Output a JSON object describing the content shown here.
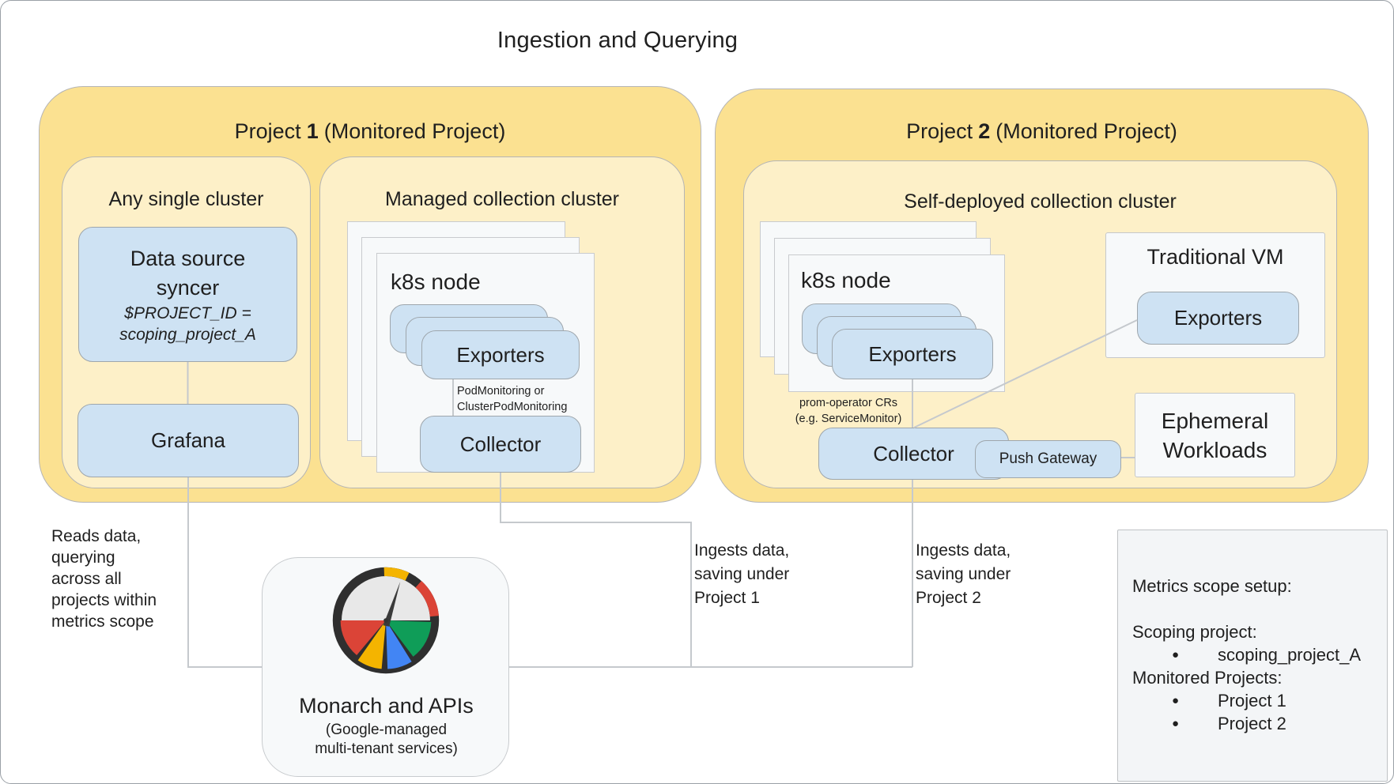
{
  "title": "Ingestion and Querying",
  "project1": {
    "header": {
      "prefix": "Project",
      "number": "1",
      "suffix": "(Monitored Project)"
    },
    "any_cluster": {
      "label": "Any single cluster",
      "syncer": {
        "line1": "Data source",
        "line2": "syncer",
        "sub": "$PROJECT_ID =\nscoping_project_A"
      },
      "grafana": "Grafana"
    },
    "managed_cluster": {
      "label": "Managed collection cluster",
      "node": "k8s node",
      "exporters": "Exporters",
      "pod_label": "PodMonitoring or\nClusterPodMonitoring",
      "collector": "Collector"
    }
  },
  "project2": {
    "header": {
      "prefix": "Project",
      "number": "2",
      "suffix": "(Monitored Project)"
    },
    "self_cluster": {
      "label": "Self-deployed collection cluster",
      "node": "k8s node",
      "exporters": "Exporters",
      "prom_label": "prom-operator CRs\n(e.g. ServiceMonitor)",
      "collector": "Collector",
      "push_gateway": "Push Gateway",
      "traditional_vm": {
        "label": "Traditional VM",
        "exporters": "Exporters"
      },
      "ephemeral": "Ephemeral\nWorkloads"
    }
  },
  "monarch": {
    "label": "Monarch and APIs",
    "sub": "(Google-managed\nmulti-tenant services)"
  },
  "annotations": {
    "reads": "Reads data,\nquerying\nacross all\nprojects within\nmetrics scope",
    "ingest1": "Ingests data,\nsaving under\nProject 1",
    "ingest2": "Ingests data,\nsaving under\nProject 2"
  },
  "metrics_note": {
    "title": "Metrics scope setup:",
    "bullet": "●",
    "sections": [
      {
        "heading": "Scoping project:",
        "items": [
          "scoping_project_A"
        ]
      },
      {
        "heading": "Monitored Projects:",
        "items": [
          "Project 1",
          "Project 2"
        ]
      }
    ]
  },
  "gauge": {
    "ring": "#2f2f2f",
    "dial": "#e8e8e8",
    "red": "#DB4437",
    "yellow": "#F4B400",
    "blue": "#4285F4",
    "green": "#0F9D58"
  }
}
